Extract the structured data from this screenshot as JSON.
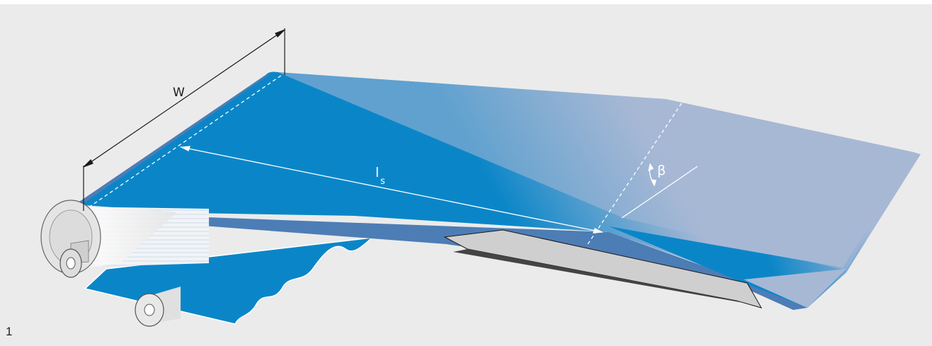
{
  "figure_number": "1",
  "labels": {
    "width": "W",
    "length_main": "l",
    "length_sub": "s",
    "angle": "β"
  },
  "colors": {
    "background": "#ebebeb",
    "belt_blue": "#0a86c8",
    "belt_faded": "#a7b8d5",
    "belt_edge": "#4d7db5",
    "dimension_line": "#1a1a1a",
    "annotation": "#ffffff",
    "metal": "#cfcfcf"
  }
}
